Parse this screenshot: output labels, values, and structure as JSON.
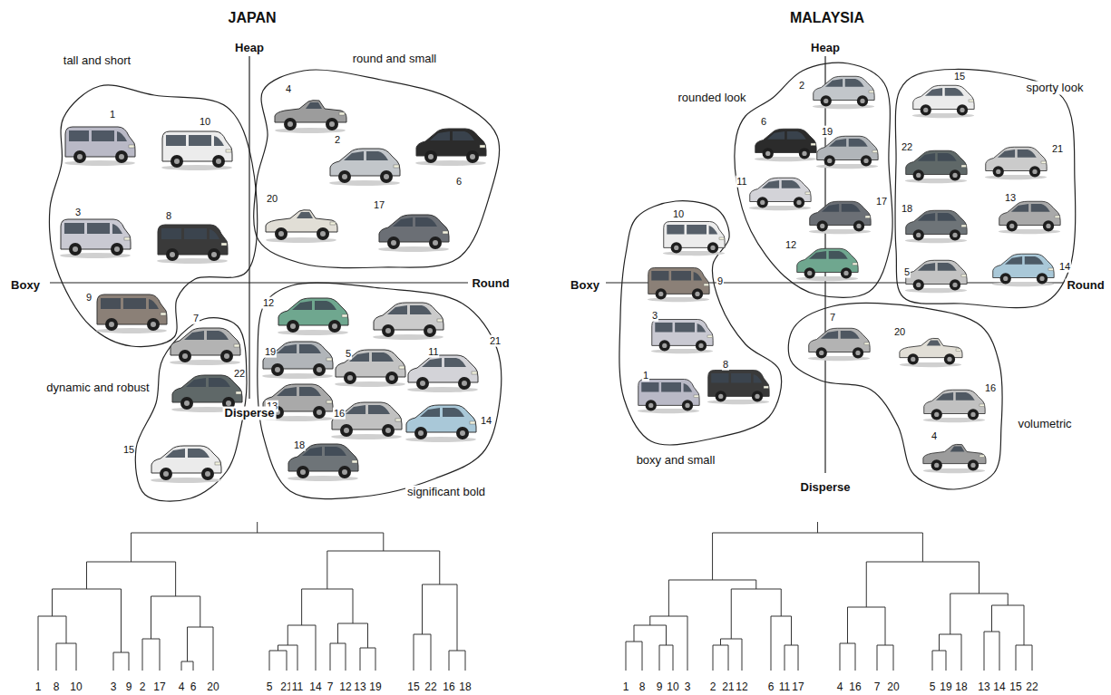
{
  "diagram": {
    "nodes": [
      {
        "text": [
          "tall and short"
        ]
      },
      {
        "text": [
          "1"
        ],
        "in": 0
      },
      {
        "text": [
          "10"
        ],
        "in": 0
      },
      {
        "text": [
          "3"
        ],
        "in": 0
      },
      {
        "text": [
          "8"
        ],
        "in": 0
      },
      {
        "text": [
          "9"
        ],
        "in": 0
      },
      {
        "text": [
          "round and small"
        ]
      },
      {
        "text": [
          "4"
        ],
        "in": 6
      },
      {
        "text": [
          "6"
        ],
        "in": 6
      },
      {
        "text": [
          "2"
        ],
        "in": 6
      },
      {
        "text": [
          "20"
        ],
        "in": 6
      },
      {
        "text": [
          "17"
        ],
        "in": 6
      },
      {
        "text": [
          "dynamic and robust"
        ]
      },
      {
        "text": [
          "7"
        ],
        "in": 12
      },
      {
        "text": [
          "22"
        ],
        "in": 12
      },
      {
        "text": [
          "15"
        ],
        "in": 12
      },
      {
        "text": [
          "significant bold"
        ]
      },
      {
        "text": [
          "12"
        ],
        "in": 16
      },
      {
        "text": [
          "21"
        ],
        "in": 16
      },
      {
        "text": [
          "19"
        ],
        "in": 16
      },
      {
        "text": [
          "5"
        ],
        "in": 16
      },
      {
        "text": [
          "11"
        ],
        "in": 16
      },
      {
        "text": [
          "13"
        ],
        "in": 16
      },
      {
        "text": [
          "16"
        ],
        "in": 16
      },
      {
        "text": [
          "14"
        ],
        "in": 16
      },
      {
        "text": [
          "18"
        ],
        "in": 16
      },
      {
        "text": [
          "rounded look"
        ]
      },
      {
        "text": [
          "2"
        ],
        "in": 26
      },
      {
        "text": [
          "6"
        ],
        "in": 26
      },
      {
        "text": [
          "19"
        ],
        "in": 26
      },
      {
        "text": [
          "11"
        ],
        "in": 26
      },
      {
        "text": [
          "17"
        ],
        "in": 26
      },
      {
        "text": [
          "12"
        ],
        "in": 26
      },
      {
        "text": [
          "sporty look"
        ]
      },
      {
        "text": [
          "15"
        ],
        "in": 33
      },
      {
        "text": [
          "22"
        ],
        "in": 33
      },
      {
        "text": [
          "21"
        ],
        "in": 33
      },
      {
        "text": [
          "18"
        ],
        "in": 33
      },
      {
        "text": [
          "13"
        ],
        "in": 33
      },
      {
        "text": [
          "5"
        ],
        "in": 33
      },
      {
        "text": [
          "14"
        ],
        "in": 33
      },
      {
        "text": [
          "boxy and small"
        ]
      },
      {
        "text": [
          "10"
        ],
        "in": 41
      },
      {
        "text": [
          "9"
        ],
        "in": 41
      },
      {
        "text": [
          "3"
        ],
        "in": 41
      },
      {
        "text": [
          "1"
        ],
        "in": 41
      },
      {
        "text": [
          "8"
        ],
        "in": 41
      },
      {
        "text": [
          "volumetric"
        ]
      },
      {
        "text": [
          "7"
        ],
        "in": 47
      },
      {
        "text": [
          "20"
        ],
        "in": 47
      },
      {
        "text": [
          "16"
        ],
        "in": 47
      },
      {
        "text": [
          "4"
        ],
        "in": 47
      }
    ],
    "labels": [
      "JAPAN",
      "Heap",
      "Boxy",
      "Round",
      "Disperse",
      "1",
      "8",
      "10",
      "3",
      "9",
      "2",
      "17",
      "4",
      "6",
      "20",
      "5",
      "21",
      "11",
      "14",
      "7",
      "12",
      "13",
      "19",
      "15",
      "22",
      "16",
      "18",
      "MALAYSIA",
      "Heap",
      "Boxy",
      "Round",
      "Disperse",
      "1",
      "8",
      "9",
      "10",
      "3",
      "2",
      "21",
      "12",
      "6",
      "11",
      "17",
      "4",
      "16",
      "7",
      "20",
      "5",
      "19",
      "18",
      "13",
      "14",
      "15",
      "22"
    ]
  }
}
